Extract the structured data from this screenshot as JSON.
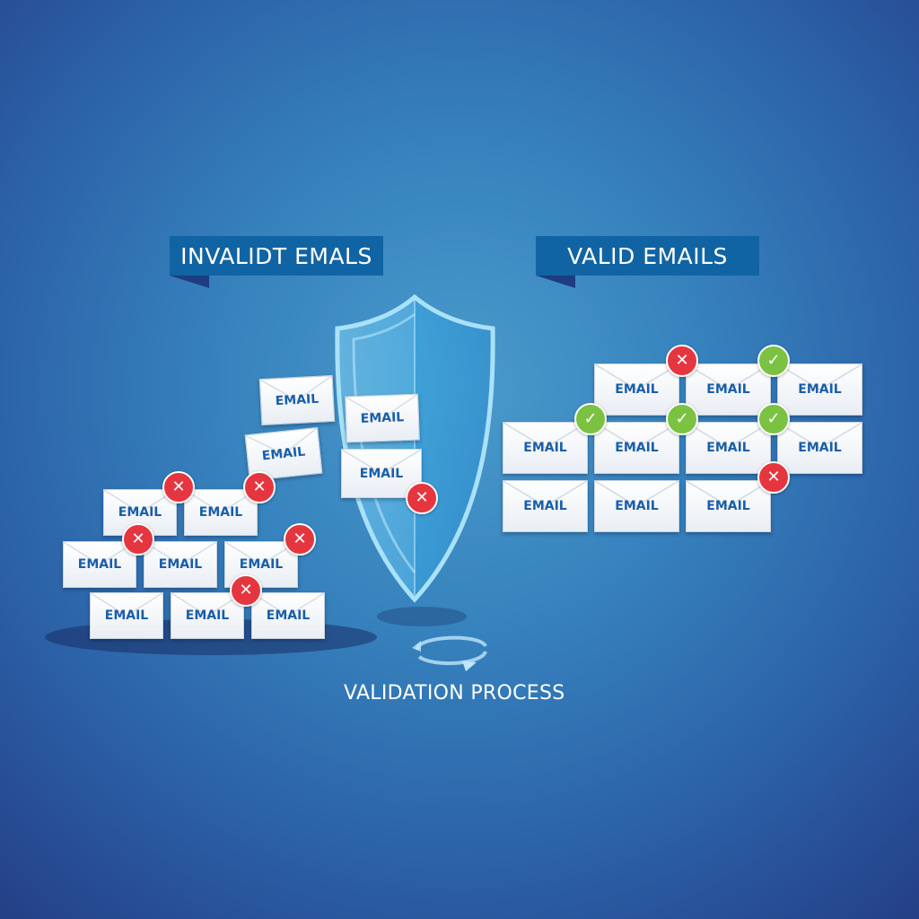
{
  "labels": {
    "invalid_banner": "INVALIDT EMALS",
    "valid_banner": "VALID EMAILS",
    "process_caption": "VALIDATION PROCESS"
  },
  "envelope_label": "EMAIL",
  "badges": {
    "invalid": "✕",
    "valid": "✓"
  },
  "colors": {
    "invalid": "#e53640",
    "valid": "#7cc242",
    "banner": "#1164a3",
    "envelope_text": "#1a5ea8"
  },
  "icons": [
    "shield-icon",
    "refresh-arrows-icon",
    "envelope-icon",
    "check-icon",
    "cross-icon"
  ]
}
